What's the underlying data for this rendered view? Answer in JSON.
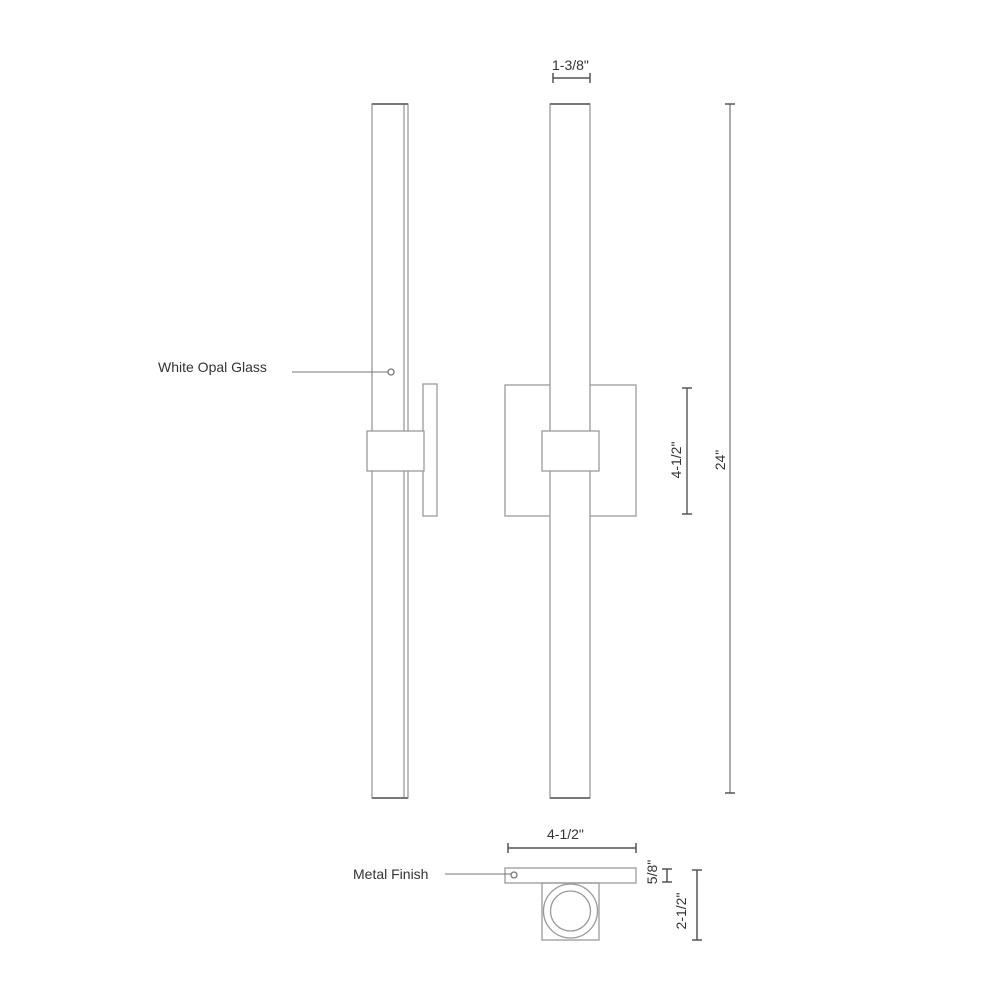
{
  "title": "Wall Sconce Dimension Drawing",
  "colors": {
    "outline": "#9a9a9a",
    "dimension": "#555555",
    "text": "#333333",
    "background": "#ffffff"
  },
  "callouts": {
    "glass": "White Opal  Glass",
    "finish": "Metal Finish"
  },
  "dimensions": {
    "tube_width": "1-3/8\"",
    "overall_height": "24\"",
    "backplate_height": "4-1/2\"",
    "backplate_width": "4-1/2\"",
    "backplate_depth": "5/8\"",
    "overall_depth": "2-1/2\""
  },
  "views": [
    "side-view",
    "front-view",
    "top-view"
  ]
}
